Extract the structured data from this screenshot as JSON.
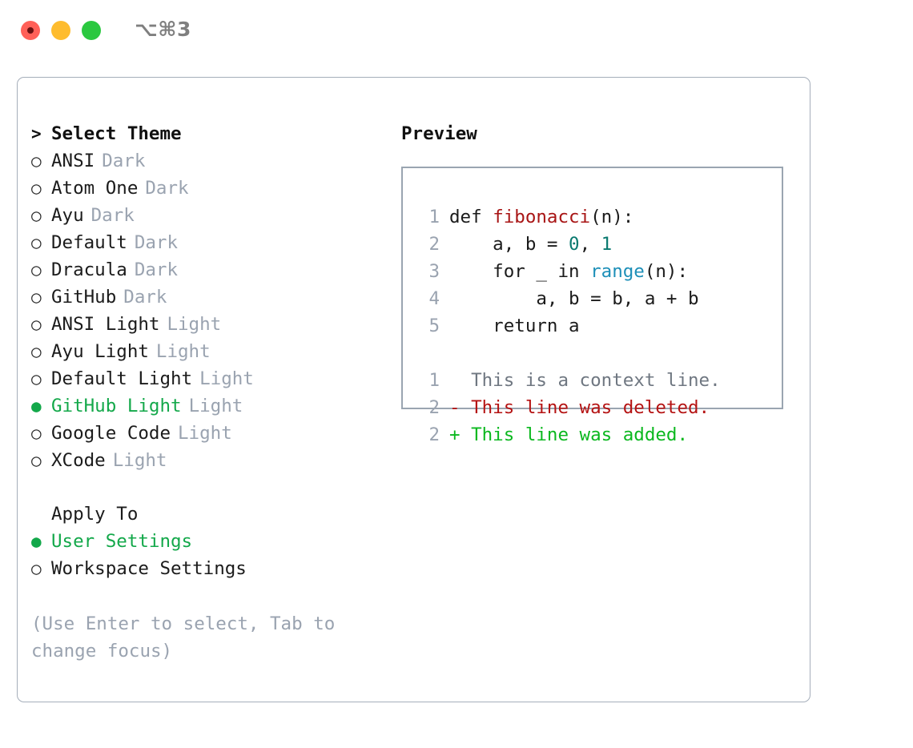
{
  "titlebar": {
    "shortcut": "⌥⌘3",
    "lights": [
      {
        "name": "close",
        "color": "#ff6058"
      },
      {
        "name": "minimize",
        "color": "#febc2e"
      },
      {
        "name": "zoom",
        "color": "#2bc840"
      }
    ]
  },
  "theme_list": {
    "header": {
      "marker": ">",
      "label": "Select Theme"
    },
    "items": [
      {
        "marker": "○",
        "label": "ANSI",
        "variant": "Dark",
        "selected": false
      },
      {
        "marker": "○",
        "label": "Atom One",
        "variant": "Dark",
        "selected": false
      },
      {
        "marker": "○",
        "label": "Ayu",
        "variant": "Dark",
        "selected": false
      },
      {
        "marker": "○",
        "label": "Default",
        "variant": "Dark",
        "selected": false
      },
      {
        "marker": "○",
        "label": "Dracula",
        "variant": "Dark",
        "selected": false
      },
      {
        "marker": "○",
        "label": "GitHub",
        "variant": "Dark",
        "selected": false
      },
      {
        "marker": "○",
        "label": "ANSI Light",
        "variant": "Light",
        "selected": false
      },
      {
        "marker": "○",
        "label": "Ayu Light",
        "variant": "Light",
        "selected": false
      },
      {
        "marker": "○",
        "label": "Default Light",
        "variant": "Light",
        "selected": false
      },
      {
        "marker": "●",
        "label": "GitHub Light",
        "variant": "Light",
        "selected": true
      },
      {
        "marker": "○",
        "label": "Google Code",
        "variant": "Light",
        "selected": false
      },
      {
        "marker": "○",
        "label": "XCode",
        "variant": "Light",
        "selected": false
      }
    ]
  },
  "apply_to": {
    "header": {
      "marker": "",
      "label": "Apply To"
    },
    "items": [
      {
        "marker": "●",
        "label": "User Settings",
        "selected": true
      },
      {
        "marker": "○",
        "label": "Workspace Settings",
        "selected": false
      }
    ]
  },
  "hint": "(Use Enter to select, Tab to change focus)",
  "preview": {
    "title": "Preview",
    "code_lines": [
      {
        "no": "1",
        "tokens": [
          {
            "t": "def ",
            "c": "plain"
          },
          {
            "t": "fibonacci",
            "c": "fn"
          },
          {
            "t": "(n):",
            "c": "plain"
          }
        ]
      },
      {
        "no": "2",
        "tokens": [
          {
            "t": "    a, b = ",
            "c": "plain"
          },
          {
            "t": "0",
            "c": "num"
          },
          {
            "t": ", ",
            "c": "plain"
          },
          {
            "t": "1",
            "c": "num"
          }
        ]
      },
      {
        "no": "3",
        "tokens": [
          {
            "t": "    for _ in ",
            "c": "plain"
          },
          {
            "t": "range",
            "c": "builtin"
          },
          {
            "t": "(n):",
            "c": "plain"
          }
        ]
      },
      {
        "no": "4",
        "tokens": [
          {
            "t": "        a, b = b, a + b",
            "c": "plain"
          }
        ]
      },
      {
        "no": "5",
        "tokens": [
          {
            "t": "    return a",
            "c": "plain"
          }
        ]
      }
    ],
    "diff_lines": [
      {
        "no": "1",
        "prefix": "  ",
        "text": "This is a context line.",
        "kind": "context"
      },
      {
        "no": "2",
        "prefix": "- ",
        "text": "This line was deleted.",
        "kind": "del"
      },
      {
        "no": "2",
        "prefix": "+ ",
        "text": "This line was added.",
        "kind": "add"
      }
    ]
  },
  "colors": {
    "accent_green": "#13a84a",
    "muted": "#9aa3b0",
    "border": "#a5aeba",
    "preview_border": "#9aa5b1",
    "code_fn": "#a81515",
    "code_num": "#09796f",
    "code_builtin": "#1d8fb8",
    "diff_del": "#b51313",
    "diff_add": "#0bb81f"
  }
}
